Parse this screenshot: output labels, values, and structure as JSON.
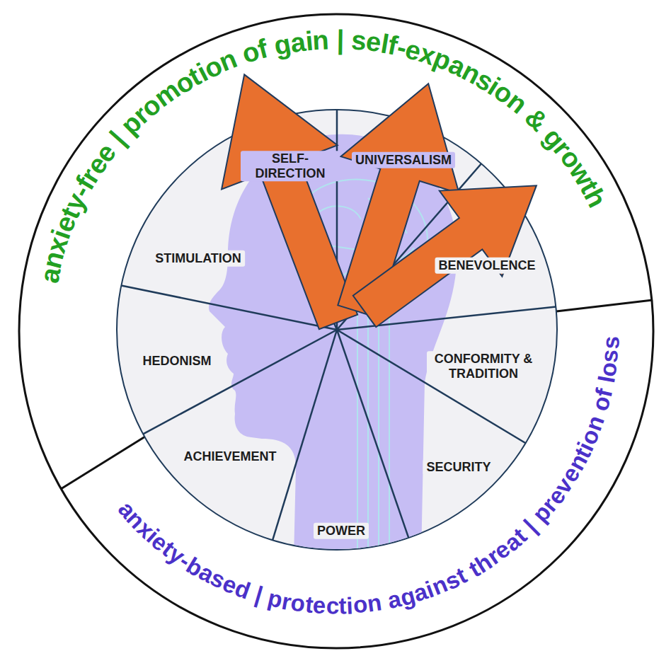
{
  "diagram": {
    "labels": [
      "anxiety-free | promotion of gain | self-expansion & growth",
      "SELF-DIRECTION",
      "UNIVERSALISM",
      "STIMULATION",
      "BENEVOLENCE",
      "HEDONISM",
      "CONFORMITY & TRADITION",
      "ACHIEVEMENT",
      "SECURITY",
      "POWER",
      "anxiety-based | protection against threat | prevention of loss"
    ]
  }
}
